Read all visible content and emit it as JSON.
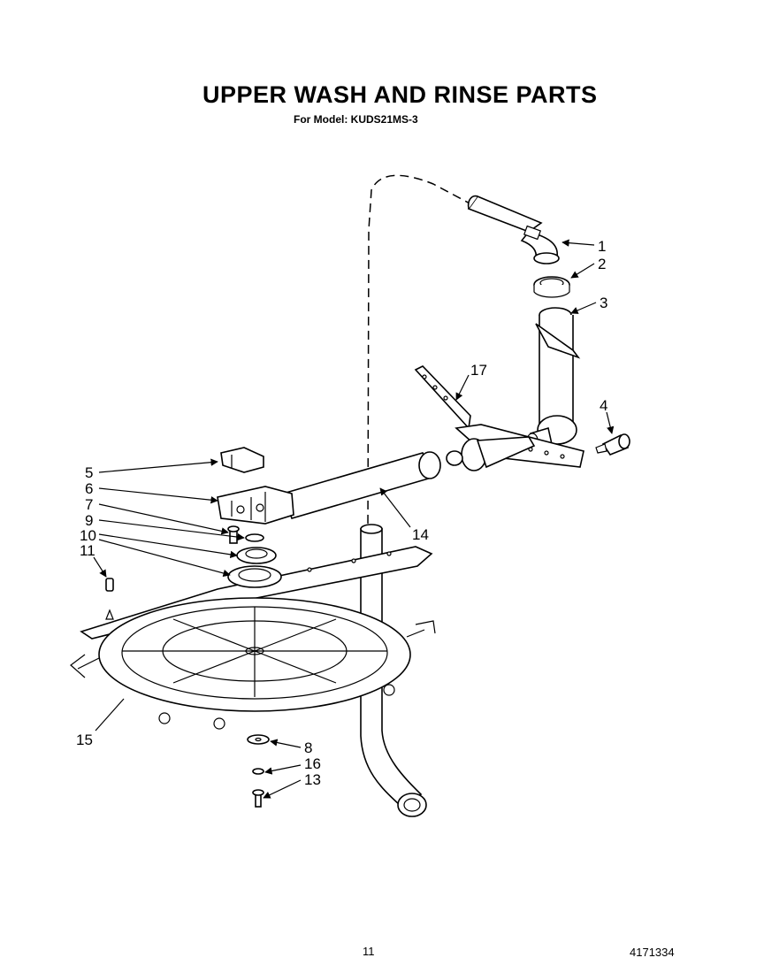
{
  "header": {
    "title": "UPPER WASH AND RINSE PARTS",
    "subtitle": "For Model: KUDS21MS-3"
  },
  "footer": {
    "page_number": "11",
    "document_number": "4171334"
  },
  "callouts": {
    "c1": "1",
    "c2": "2",
    "c3": "3",
    "c4": "4",
    "c5": "5",
    "c6": "6",
    "c7": "7",
    "c8": "8",
    "c9": "9",
    "c10": "10",
    "c11": "11",
    "c13": "13",
    "c14": "14",
    "c15": "15",
    "c16": "16",
    "c17": "17"
  }
}
